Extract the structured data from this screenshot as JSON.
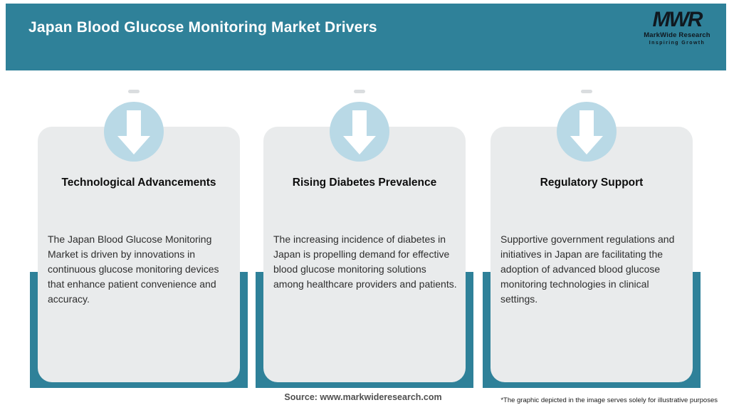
{
  "header": {
    "title": "Japan Blood Glucose Monitoring Market Drivers"
  },
  "logo": {
    "acronym": "MWR",
    "name": "MarkWide Research",
    "tagline": "Inspiring Growth"
  },
  "cards": [
    {
      "title": "Technological Advancements",
      "body": "The Japan Blood Glucose Monitoring Market is driven by innovations in continuous glucose monitoring devices that enhance patient convenience and accuracy."
    },
    {
      "title": "Rising Diabetes Prevalence",
      "body": "The increasing incidence of diabetes in Japan is propelling demand for effective blood glucose monitoring solutions among healthcare providers and patients."
    },
    {
      "title": "Regulatory Support",
      "body": "Supportive government regulations and initiatives in Japan are facilitating the adoption of advanced blood glucose monitoring technologies in clinical settings."
    }
  ],
  "footer": {
    "source": "Source: www.markwideresearch.com",
    "disclaimer": "*The graphic depicted in the image serves solely for illustrative purposes"
  },
  "colors": {
    "teal": "#2f8199",
    "circle_blue": "#b9d9e6",
    "card_bg": "#e9ebec",
    "logo_dark": "#10181f"
  }
}
